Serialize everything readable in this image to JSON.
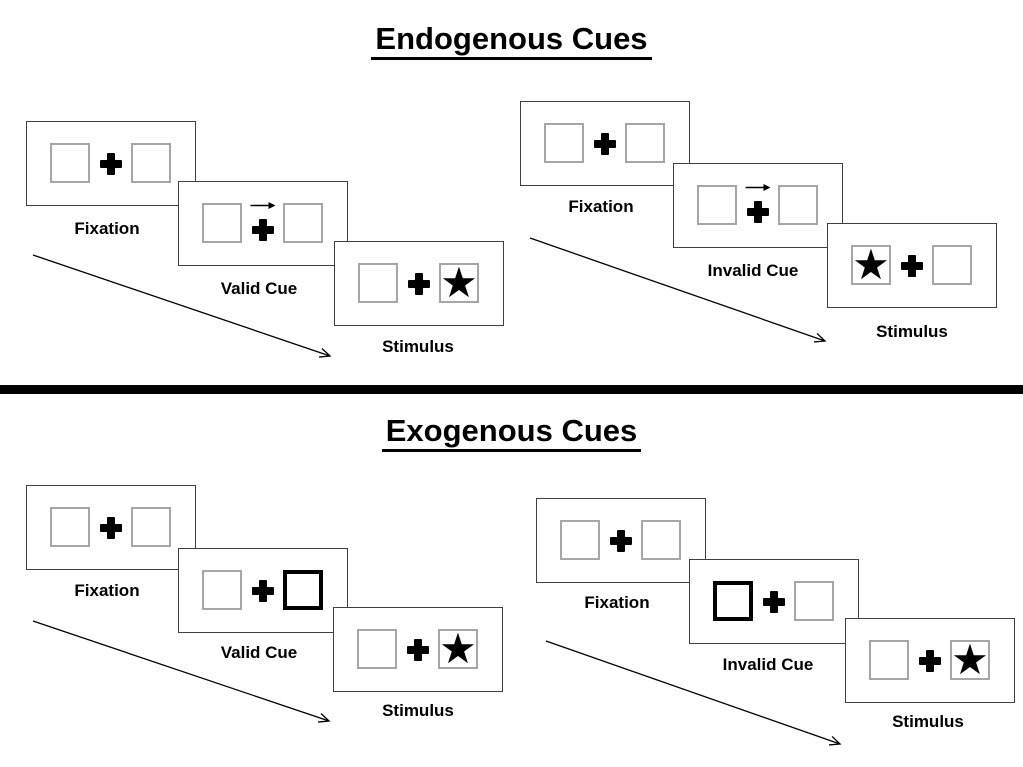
{
  "titles": {
    "endogenous": "Endogenous Cues",
    "exogenous": "Exogenous Cues"
  },
  "glyphs": {
    "star": "★"
  },
  "colors": {
    "background": "#ffffff",
    "ink": "#000000",
    "frame_border": "#404040",
    "box_border": "#a6a6a6"
  },
  "panels": {
    "endo_valid": {
      "fixation_label": "Fixation",
      "cue_label": "Valid Cue",
      "stimulus_label": "Stimulus",
      "cue_symbol": "arrow-right-over-plus",
      "stimulus_star_side": "right",
      "stimulus_left_glyph": "",
      "stimulus_right_glyph": "★"
    },
    "endo_invalid": {
      "fixation_label": "Fixation",
      "cue_label": "Invalid Cue",
      "stimulus_label": "Stimulus",
      "cue_symbol": "arrow-right-over-plus",
      "stimulus_star_side": "left",
      "stimulus_left_glyph": "★",
      "stimulus_right_glyph": ""
    },
    "exo_valid": {
      "fixation_label": "Fixation",
      "cue_label": "Valid Cue",
      "stimulus_label": "Stimulus",
      "cue_symbol": "bold-box-right",
      "stimulus_star_side": "right",
      "stimulus_left_glyph": "",
      "stimulus_right_glyph": "★"
    },
    "exo_invalid": {
      "fixation_label": "Fixation",
      "cue_label": "Invalid Cue",
      "stimulus_label": "Stimulus",
      "cue_symbol": "bold-box-left",
      "stimulus_star_side": "right",
      "stimulus_left_glyph": "",
      "stimulus_right_glyph": "★"
    }
  }
}
